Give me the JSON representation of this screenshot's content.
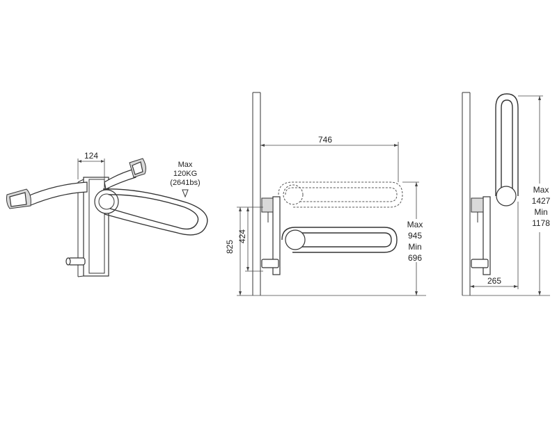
{
  "figure": {
    "perspective_view": {
      "width_label": "124",
      "load_line1": "Max",
      "load_line2": "120KG",
      "load_line3": "(2641bs)"
    },
    "side_view": {
      "length_label": "746",
      "height_outer_label": "825",
      "height_inner_label": "424",
      "range_line1": "Max",
      "range_line2": "945",
      "range_line3": "Min",
      "range_line4": "696"
    },
    "upright_view": {
      "depth_label": "265",
      "range_line1": "Max",
      "range_line2": "1427",
      "range_line3": "Min",
      "range_line4": "1178"
    }
  }
}
